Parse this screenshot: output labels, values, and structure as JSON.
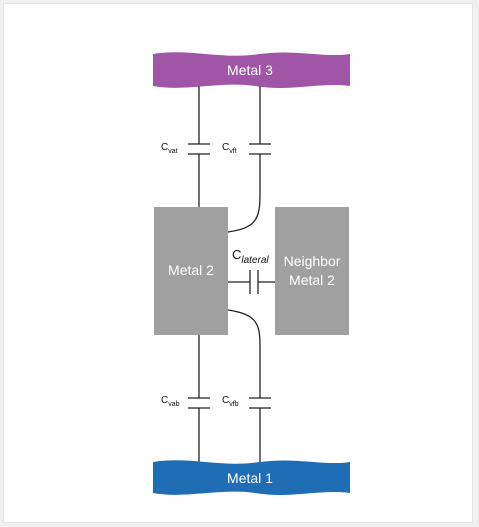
{
  "colors": {
    "metal3": "#a155a6",
    "metal2": "#a0a0a0",
    "metal1": "#1f6db5",
    "wire": "#222222",
    "frame": "#ffffff"
  },
  "blocks": {
    "metal3": "Metal 3",
    "metal2": "Metal 2",
    "neighbor_line1": "Neighbor",
    "neighbor_line2": "Metal 2",
    "metal1": "Metal 1"
  },
  "capacitors": {
    "vat": {
      "base": "C",
      "sub": "vat"
    },
    "vft": {
      "base": "C",
      "sub": "vft"
    },
    "lateral": {
      "base": "C",
      "sub": "lateral"
    },
    "vab": {
      "base": "C",
      "sub": "vab"
    },
    "vfb": {
      "base": "C",
      "sub": "vfb"
    }
  }
}
